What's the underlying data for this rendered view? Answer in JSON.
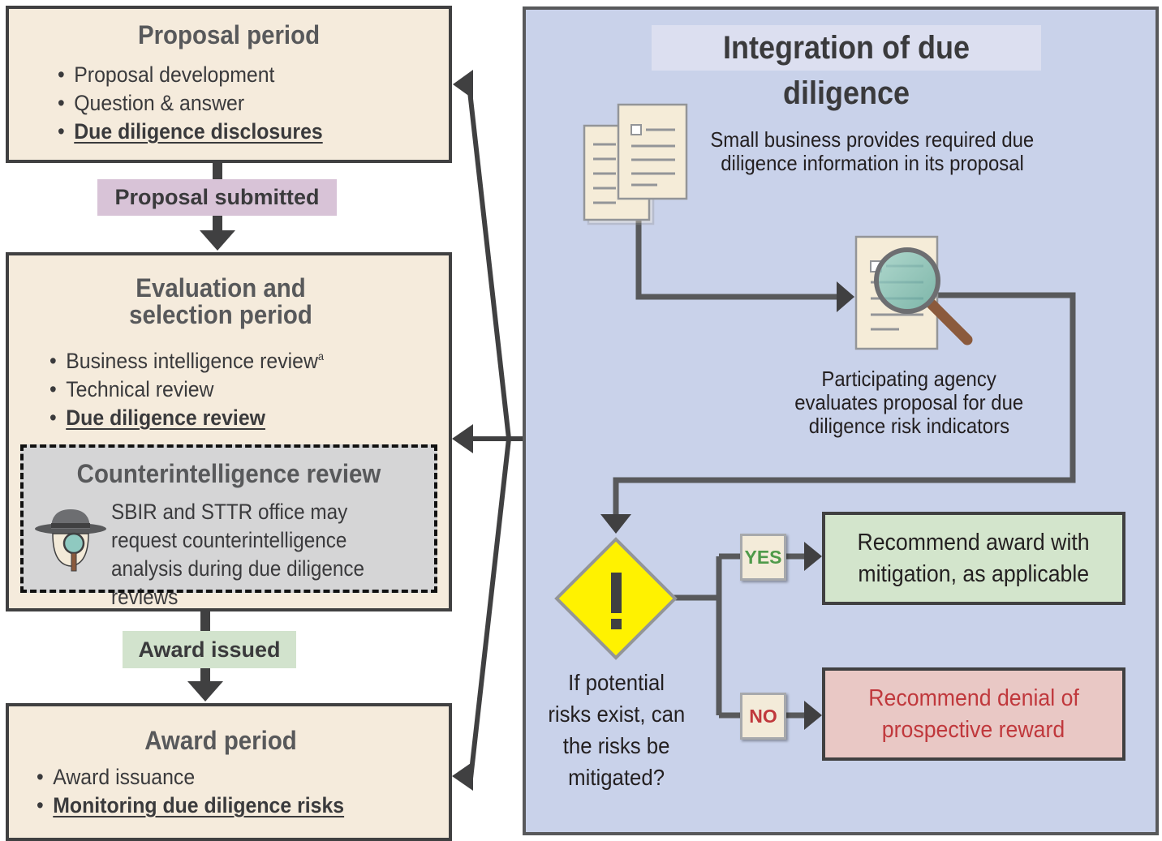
{
  "colors": {
    "phase_fill": "#f5ebdc",
    "panel_fill": "#c9d2ea",
    "proposal_submitted_fill": "#d8c3d7",
    "award_issued_fill": "#d2e3cd",
    "yes_outcome_fill": "#d3e5cc",
    "no_outcome_fill": "#e9c8c5",
    "yes_text": "#4f9a4a",
    "no_text": "#c0383c",
    "warning_fill": "#fff200"
  },
  "proposal_period": {
    "title": "Proposal period",
    "bullets": [
      "Proposal development",
      "Question & answer",
      "Due diligence disclosures"
    ]
  },
  "proposal_submitted": "Proposal submitted",
  "evaluation_period": {
    "title_line1": "Evaluation and",
    "title_line2": "selection period",
    "bullets": [
      "Business intelligence review",
      "Technical review",
      "Due diligence review"
    ],
    "footnote_marker": "a"
  },
  "counterintelligence": {
    "title": "Counterintelligence review",
    "text": "SBIR and STTR office may request counterintelligence analysis during due diligence reviews",
    "icon": "spy-detective-icon"
  },
  "award_issued": "Award issued",
  "award_period": {
    "title": "Award period",
    "bullets": [
      "Award issuance",
      "Monitoring due diligence risks"
    ]
  },
  "integration": {
    "title": "Integration of due diligence",
    "step1_line1": "Small business provides required due",
    "step1_line2": "diligence information in its proposal",
    "step1_icon": "documents-icon",
    "step2_line1": "Participating agency",
    "step2_line2": "evaluates proposal for due",
    "step2_line3": "diligence risk indicators",
    "step2_icon": "document-magnifier-icon",
    "question_line1": "If potential",
    "question_line2": "risks exist, can",
    "question_line3": "the risks be",
    "question_line4": "mitigated?",
    "warning_icon": "warning-diamond-icon",
    "yes_label": "YES",
    "no_label": "NO",
    "yes_outcome_line1": "Recommend award with",
    "yes_outcome_line2": "mitigation, as applicable",
    "no_outcome_line1": "Recommend denial of",
    "no_outcome_line2": "prospective reward"
  }
}
